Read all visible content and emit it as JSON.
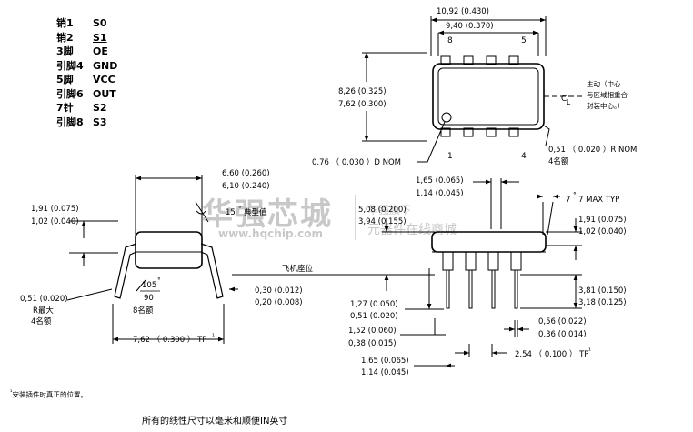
{
  "pinmap": [
    {
      "label": "销1",
      "value": "S0",
      "underline": false
    },
    {
      "label": "销2",
      "value": "S1",
      "underline": true
    },
    {
      "label": "3脚",
      "value": "OE",
      "underline": false
    },
    {
      "label": "引脚4",
      "value": "GND",
      "underline": false
    },
    {
      "label": "5脚",
      "value": "VCC",
      "underline": false
    },
    {
      "label": "引脚6",
      "value": "OUT",
      "underline": false
    },
    {
      "label": "7针",
      "value": "S2",
      "underline": false
    },
    {
      "label": "引脚8",
      "value": "S3",
      "underline": false
    }
  ],
  "top_view": {
    "width_max": "10,92 (0.430)",
    "width_min": "9,40 (0.370)",
    "pin_8": "8",
    "pin_5": "5",
    "pin_1": "1",
    "pin_4": "4",
    "height_max": "8,26 (0.325)",
    "height_min": "7,62 (0.300)",
    "cl_mark": "C",
    "cl_sub": "L",
    "center_note_1": "主动（中心",
    "center_note_2": "与区域相重合",
    "center_note_3": "封装中心。）",
    "notch_label": "0.76 （ 0.030 ）D NOM",
    "corner_label_1": "0,51 （ 0.020 ）R NOM",
    "corner_label_2": "4名额"
  },
  "side_view": {
    "span_max": "6,60 (0.260)",
    "span_min": "6,10 (0.240)",
    "angle": "15",
    "angle_suffix": "典型值",
    "height_max": "1,91 (0.075)",
    "height_min": "1,02 (0.040)",
    "radius_1": "0,51 (0.020)",
    "radius_2": "R最大",
    "radius_3": "4名额",
    "deg_max": "105",
    "deg_min": "90",
    "deg_count": "8名额",
    "plane_label": "飞机座位",
    "lead_max": "0,30 (0.012)",
    "lead_min": "0,20 (0.008)",
    "row_span": "7,62 （ 0.300 ） TP",
    "row_span_sup": "¹"
  },
  "end_view": {
    "top_max": "1,65 (0.065)",
    "top_min": "1,14 (0.045)",
    "body_max": "5,08 (0.200)",
    "body_min": "3,94 (0.155)",
    "angle_label": "7  MAX TYP",
    "right_height_max": "1,91 (0.075)",
    "right_height_min": "1,02 (0.040)",
    "seat_max": "1,27 (0.050)",
    "seat_min": "0,51 (0.020)",
    "lead_len_max": "3,81 (0.150)",
    "lead_len_min": "3,18 (0.125)",
    "lead_width_max": "1,52 (0.060)",
    "lead_width_min": "0,38 (0.015)",
    "lead_thk_max": "0,56 (0.022)",
    "lead_thk_min": "0,36 (0.014)",
    "pitch": "2.54 （ 0.100 ） TP",
    "pitch_sup": "¹",
    "bottom_max": "1,65 (0.065)",
    "bottom_min": "1,14 (0.045)"
  },
  "footnote_1_mark": "¹",
  "footnote_1": "安装插件时真正的位置。",
  "footnote_2": "所有的线性尺寸以毫米和顺便IN英寸",
  "watermark": {
    "brand": "华强芯城",
    "url": "www.hqchip.com",
    "slogan_1": "华强旗下",
    "slogan_2": "元器件在线商城"
  },
  "colors": {
    "line": "#000000",
    "watermark": "#c8c8c8"
  }
}
